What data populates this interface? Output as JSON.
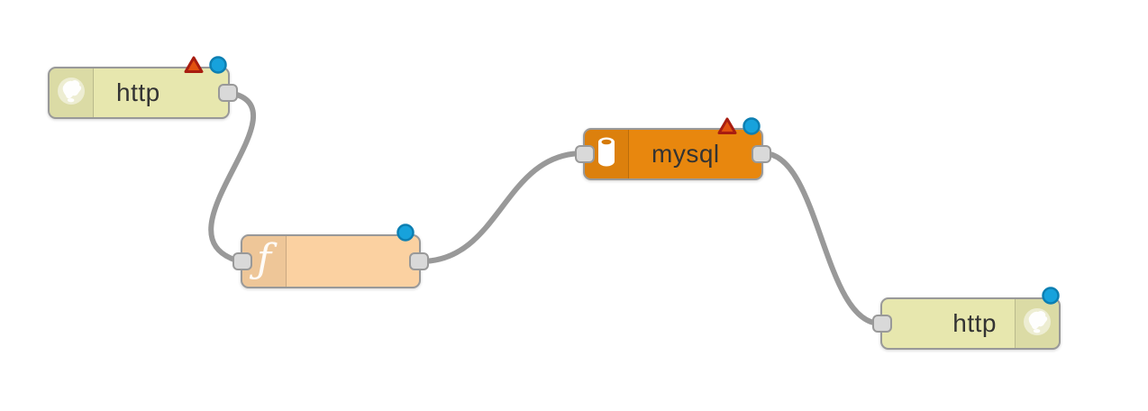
{
  "app": {
    "name": "flow-editor-canvas",
    "background": "#ffffff"
  },
  "wire": {
    "color": "#999999",
    "width": "6"
  },
  "port_style": {
    "fill": "#d9d9d9",
    "stroke": "#999999"
  },
  "badge_colors": {
    "error_fill": "#e2510f",
    "error_stroke": "#a81d10",
    "changed_fill": "#17a2dc",
    "changed_stroke": "#0d7fb2"
  },
  "nodes": [
    {
      "id": "http-in",
      "label": "http",
      "color": "#e7e7ae",
      "icon": "globe-icon",
      "icon_side": "left",
      "badges": {
        "error_triangle": true,
        "changed_dot": true
      },
      "ports": {
        "input": false,
        "output": true
      }
    },
    {
      "id": "function",
      "label": "",
      "color": "#fbd1a1",
      "icon": "function-icon",
      "icon_glyph": "ƒ",
      "icon_side": "left",
      "badges": {
        "error_triangle": false,
        "changed_dot": true
      },
      "ports": {
        "input": true,
        "output": true
      }
    },
    {
      "id": "mysql",
      "label": "mysql",
      "color": "#e8870e",
      "icon": "database-icon",
      "icon_side": "left",
      "badges": {
        "error_triangle": true,
        "changed_dot": true
      },
      "ports": {
        "input": true,
        "output": true
      }
    },
    {
      "id": "http-response",
      "label": "http",
      "color": "#e7e7ae",
      "icon": "globe-icon",
      "icon_side": "right",
      "badges": {
        "error_triangle": false,
        "changed_dot": true
      },
      "ports": {
        "input": true,
        "output": false
      }
    }
  ],
  "connections": [
    {
      "from": "http-in",
      "to": "function"
    },
    {
      "from": "function",
      "to": "mysql"
    },
    {
      "from": "mysql",
      "to": "http-response"
    }
  ]
}
